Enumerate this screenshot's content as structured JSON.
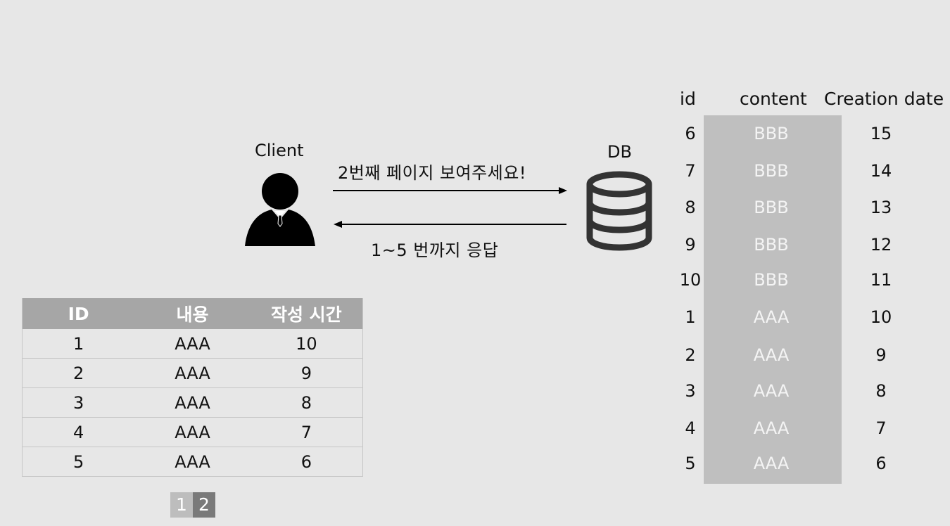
{
  "client": {
    "label": "Client"
  },
  "db": {
    "label": "DB"
  },
  "request": {
    "text": "2번째 페이지 보여주세요!"
  },
  "response": {
    "text": "1~5 번까지 응답"
  },
  "client_table": {
    "headers": [
      "ID",
      "내용",
      "작성 시간"
    ],
    "rows": [
      [
        "1",
        "AAA",
        "10"
      ],
      [
        "2",
        "AAA",
        "9"
      ],
      [
        "3",
        "AAA",
        "8"
      ],
      [
        "4",
        "AAA",
        "7"
      ],
      [
        "5",
        "AAA",
        "6"
      ]
    ]
  },
  "pagination": {
    "pages": [
      "1",
      "2"
    ],
    "active": "2"
  },
  "db_table": {
    "headers": [
      "id",
      "content",
      "Creation date"
    ],
    "rows": [
      [
        "6",
        "BBB",
        "15"
      ],
      [
        "7",
        "BBB",
        "14"
      ],
      [
        "8",
        "BBB",
        "13"
      ],
      [
        "9",
        "BBB",
        "12"
      ],
      [
        "10",
        "BBB",
        "11"
      ],
      [
        "1",
        "AAA",
        "10"
      ],
      [
        "2",
        "AAA",
        "9"
      ],
      [
        "3",
        "AAA",
        "8"
      ],
      [
        "4",
        "AAA",
        "7"
      ],
      [
        "5",
        "AAA",
        "6"
      ]
    ]
  },
  "colors": {
    "background": "#e7e7e7",
    "header_fill": "#a6a6a6",
    "content_column_fill": "#bfbfbf",
    "page_active": "#7a7a7a",
    "page_inactive": "#bdbdbd"
  },
  "icons": {
    "client": "person-icon",
    "db": "database-icon",
    "request": "arrow-right-icon",
    "response": "arrow-left-icon"
  }
}
